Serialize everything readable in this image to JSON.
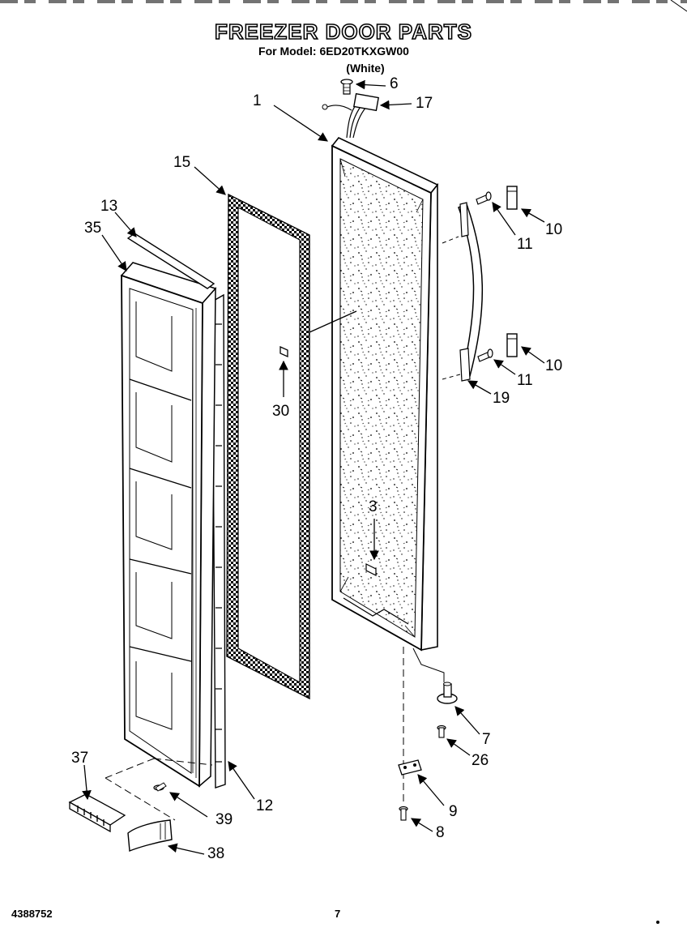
{
  "title": "FREEZER DOOR PARTS",
  "model_line": "For Model: 6ED20TKXGW00",
  "color_line": "(White)",
  "callouts": {
    "c1": "1",
    "c3": "3",
    "c6": "6",
    "c7": "7",
    "c8": "8",
    "c9": "9",
    "c10a": "10",
    "c10b": "10",
    "c11a": "11",
    "c11b": "11",
    "c12": "12",
    "c13": "13",
    "c15": "15",
    "c17": "17",
    "c19": "19",
    "c26": "26",
    "c30": "30",
    "c35": "35",
    "c37": "37",
    "c38": "38",
    "c39": "39"
  },
  "footer": {
    "part_number": "4388752",
    "page": "7"
  }
}
